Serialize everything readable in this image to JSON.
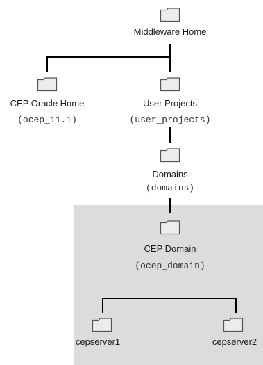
{
  "nodes": {
    "middleware_home": {
      "label": "Middleware Home"
    },
    "cep_oracle_home": {
      "label": "CEP Oracle Home",
      "dir": "(ocep_11.1)"
    },
    "user_projects": {
      "label": "User Projects",
      "dir": "(user_projects)"
    },
    "domains": {
      "label": "Domains",
      "dir": "(domains)"
    },
    "cep_domain": {
      "label": "CEP Domain",
      "dir": "(ocep_domain)"
    },
    "cepserver1": {
      "label": "cepserver1"
    },
    "cepserver2": {
      "label": "cepserver2"
    }
  },
  "colors": {
    "line": "#000000",
    "panel": "#dcdcdc",
    "folder_fill": "#ececec",
    "folder_stroke": "#555555"
  }
}
